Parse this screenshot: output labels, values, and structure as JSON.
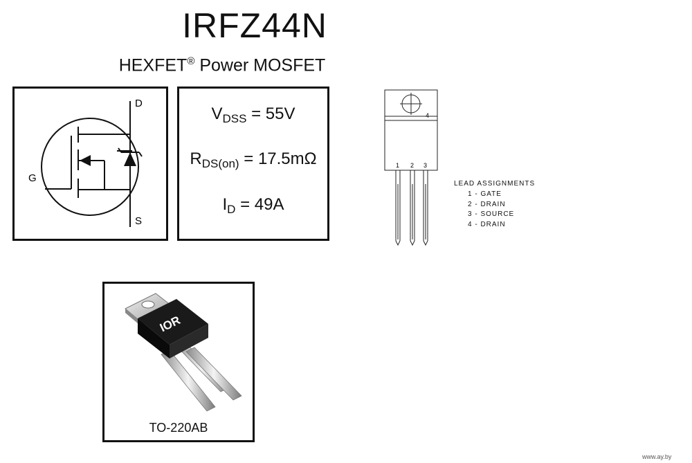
{
  "header": {
    "part_number": "IRFZ44N",
    "subtitle_pre": "HEXFET",
    "subtitle_mark": "®",
    "subtitle_post": " Power MOSFET"
  },
  "symbol": {
    "drain_label": "D",
    "gate_label": "G",
    "source_label": "S"
  },
  "specs": {
    "vdss": {
      "sym": "V",
      "sub": "DSS",
      "value": " = 55V"
    },
    "rds": {
      "sym": "R",
      "sub": "DS(on)",
      "value": " = 17.5mΩ"
    },
    "id": {
      "sym": "I",
      "sub": "D",
      "value": " = 49A"
    }
  },
  "pinout": {
    "tab_number": "4",
    "pin_numbers": [
      "1",
      "2",
      "3"
    ],
    "lead_title": "LEAD ASSIGNMENTS",
    "leads": [
      "1 - GATE",
      "2 - DRAIN",
      "3 - SOURCE",
      "4 - DRAIN"
    ]
  },
  "package": {
    "logo_text": "IOR",
    "label": "TO-220AB"
  },
  "watermark": "www.ay.by"
}
